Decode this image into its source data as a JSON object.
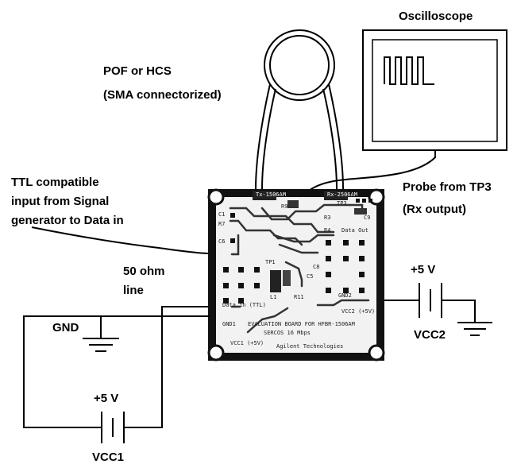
{
  "labels": {
    "oscilloscope": "Oscilloscope",
    "fiber_line1": "POF or HCS",
    "fiber_line2": "(SMA connectorized)",
    "ttl_line1": "TTL compatible",
    "ttl_line2": "input from Signal",
    "ttl_line3": "generator to Data in",
    "line_line1": "50 ohm",
    "line_line2": "line",
    "probe_line1": "Probe from TP3",
    "probe_line2": "(Rx output)",
    "gnd": "GND",
    "vcc2_voltage": "+5 V",
    "vcc2_name": "VCC2",
    "vcc1_voltage": "+5 V",
    "vcc1_name": "VCC1"
  },
  "board": {
    "top_tx": "Tx-1506AM",
    "top_rx": "Rx-2506AM",
    "c1": "C1",
    "r7": "R7",
    "c6": "C6",
    "r9": "R9",
    "r3": "R3",
    "r4": "R4",
    "c9": "C9",
    "tp3": "TP3",
    "tp1": "TP1",
    "c5": "C5",
    "c8": "C8",
    "r11": "R11",
    "l1": "L1",
    "gnd2": "GND2",
    "data_out": "Data Out",
    "data_in": "Data in (TTL)",
    "gnd1": "GND1",
    "vcc2_pad": "VCC2 (+5V)",
    "vcc1_pad": "VCC1 (+5V)",
    "title_line1": "EVALUATION BOARD FOR HFBR-1506AM",
    "title_line2": "SERCOS 16 Mbps",
    "maker": "Agilent Technologies"
  }
}
